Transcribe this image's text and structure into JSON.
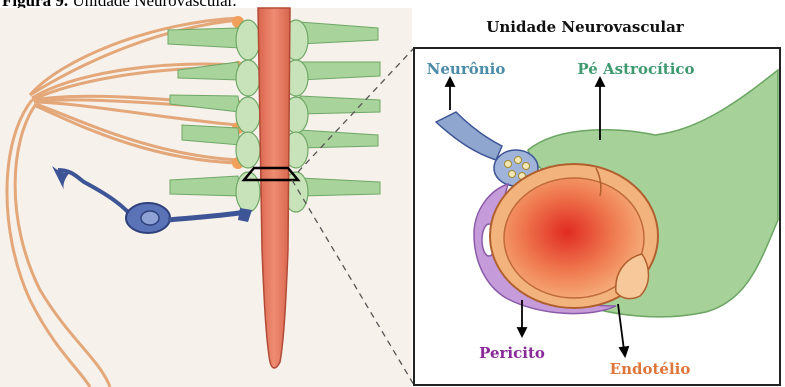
{
  "caption": {
    "label": "Figura 9.",
    "text": "Unidade Neurovascular."
  },
  "inset": {
    "title": "Unidade Neurovascular",
    "labels": {
      "neuron": "Neurônio",
      "astrocyte_foot": "Pé Astrocítico",
      "pericyte": "Pericito",
      "endothelium": "Endotélio"
    }
  },
  "colors": {
    "background": "#f6f1ea",
    "vessel": "#e8826a",
    "vessel_core": "#e02a22",
    "astrocyte": "#a5cf99",
    "neuron_fiber": "#e9ae7f",
    "neuron_blue": "#4b63a6",
    "pericyte": "#b98ad0",
    "label_neuron": "#4a8ca8",
    "label_astrocyte": "#3f9a70",
    "label_pericyte": "#8a2a9a",
    "label_endothelium": "#e0753a"
  }
}
